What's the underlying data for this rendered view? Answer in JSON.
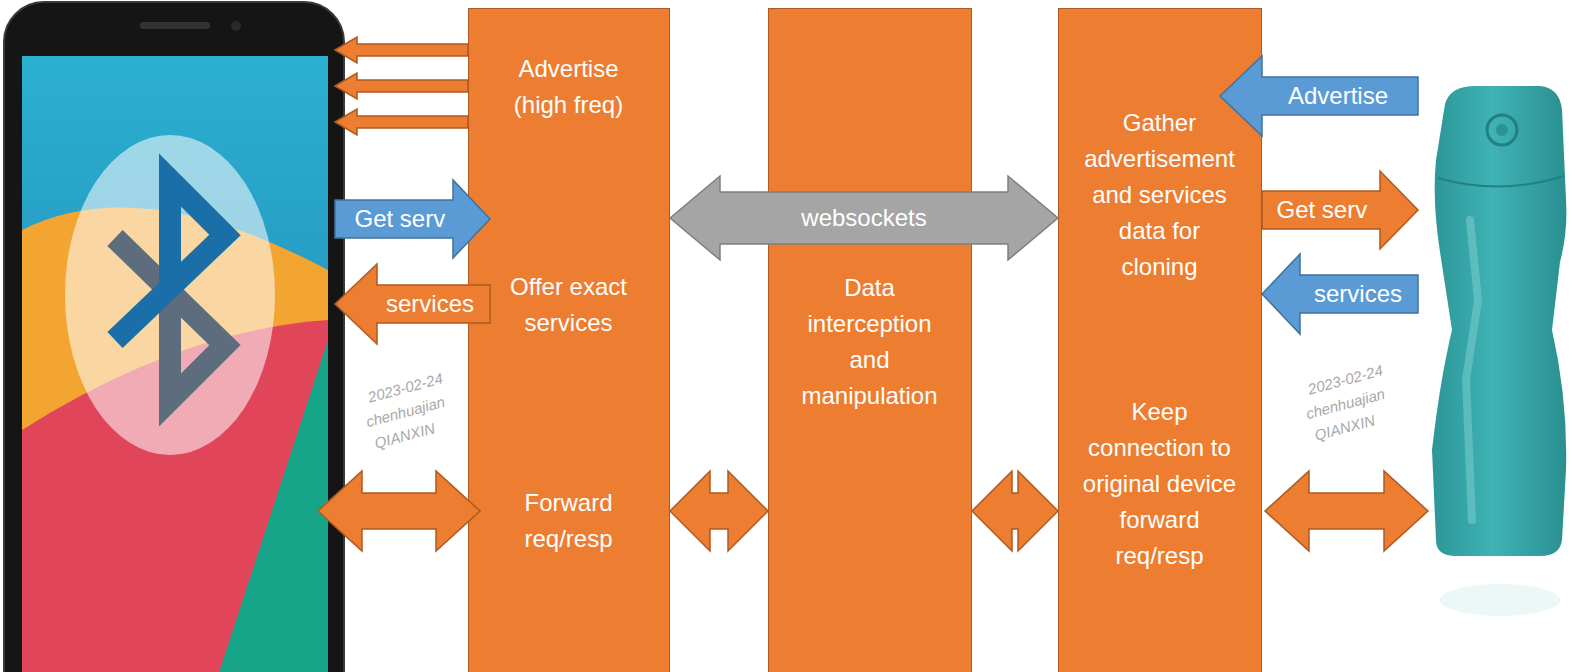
{
  "diagram": {
    "nodes": [
      {
        "text": [
          "Advertise (high freq)",
          "Offer exact services",
          "Forward req/resp"
        ]
      },
      {
        "text": [
          "Data interception and manipulation"
        ]
      },
      {
        "text": [
          "Gather advertisement and services data for cloning",
          "Keep connection to original device forward req/resp"
        ]
      }
    ],
    "edges": [
      {
        "from": 0,
        "to": 2,
        "label": "websockets",
        "arrow": "both"
      },
      {
        "from": 0,
        "to": 1,
        "arrow": "both"
      },
      {
        "from": 1,
        "to": 2,
        "arrow": "both"
      }
    ],
    "labels": [
      "Get serv",
      "services",
      "Advertise",
      "Get serv",
      "services",
      "2023-02-24",
      "chenhuajian",
      "QIANXIN",
      "2023-02-24",
      "chenhuajian",
      "QIANXIN"
    ]
  }
}
